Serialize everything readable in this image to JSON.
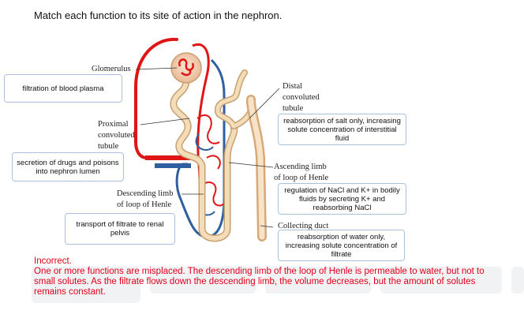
{
  "question": "Match each function to its site of action in the nephron.",
  "diagram_labels": {
    "glomerulus": "Glomerulus",
    "distal": [
      "Distal",
      "convoluted",
      "tubule"
    ],
    "proximal": [
      "Proximal",
      "convoluted",
      "tubule"
    ],
    "ascending": [
      "Ascending limb",
      "of loop of Henle"
    ],
    "descending": [
      "Descending limb",
      "of loop of Henle"
    ],
    "collecting": "Collecting duct"
  },
  "drop_targets": [
    "filtration of blood plasma",
    "reabsorption of salt only, increasing solute concentration of interstitial fluid",
    "secretion of drugs and poisons into nephron lumen",
    "regulation of NaCl and K+ in bodily fluids by secreting K+ and reabsorbing NaCl",
    "transport of filtrate to renal pelvis",
    "reabsorption of water only, increasing solute concentration of filtrate"
  ],
  "feedback": {
    "status": "Incorrect.",
    "message": "One or more functions are misplaced. The descending limb of the loop of Henle is permeable to water, but not to small solutes. As the filtrate flows down the descending limb, the volume decreases, but the amount of solutes remains constant."
  },
  "colors": {
    "artery": "#e01515",
    "vein": "#2f5f9e",
    "tubule": "#f3dcb8",
    "tubule_edge": "#c8a070",
    "feedback": "#e0001b",
    "box_border": "#a9c3dc"
  }
}
